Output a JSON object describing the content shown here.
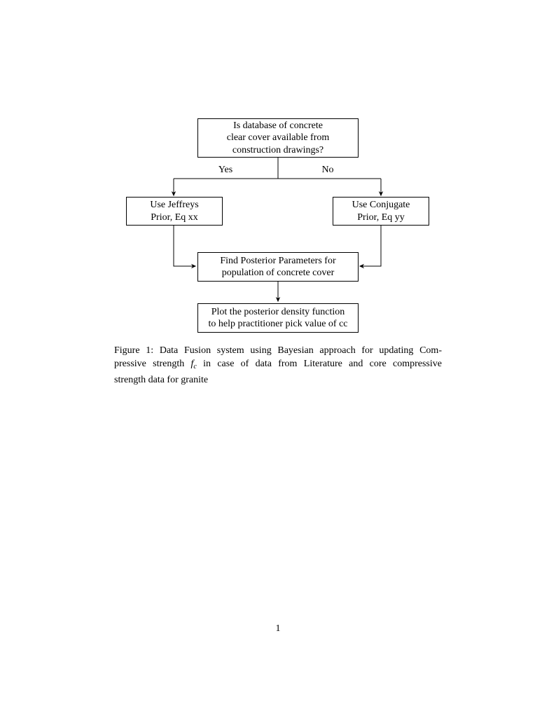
{
  "page": {
    "number": "1"
  },
  "flowchart": {
    "question": {
      "lines": [
        "Is database of concrete",
        "clear cover available from",
        "construction drawings?"
      ]
    },
    "branch_labels": {
      "yes": "Yes",
      "no": "No"
    },
    "jeffreys": {
      "lines": [
        "Use Jeffreys",
        "Prior, Eq xx"
      ]
    },
    "conjugate": {
      "lines": [
        "Use Conjugate",
        "Prior, Eq yy"
      ]
    },
    "posterior": {
      "lines": [
        "Find Posterior Parameters for",
        "population of concrete cover"
      ]
    },
    "plot": {
      "lines": [
        "Plot the posterior density function",
        "to help practitioner pick value of cc"
      ]
    },
    "colors": {
      "line": "#000000",
      "box_border": "#000000",
      "text": "#000000",
      "background": "#ffffff"
    }
  },
  "caption": {
    "line1": "Figure 1: Data Fusion system using Bayesian approach for updating Com-",
    "line2_pre": "pressive strength ",
    "math_var": "f",
    "math_sub": "c",
    "line2_post": " in case of data from Literature and core compressive",
    "line3": "strength data for granite"
  }
}
